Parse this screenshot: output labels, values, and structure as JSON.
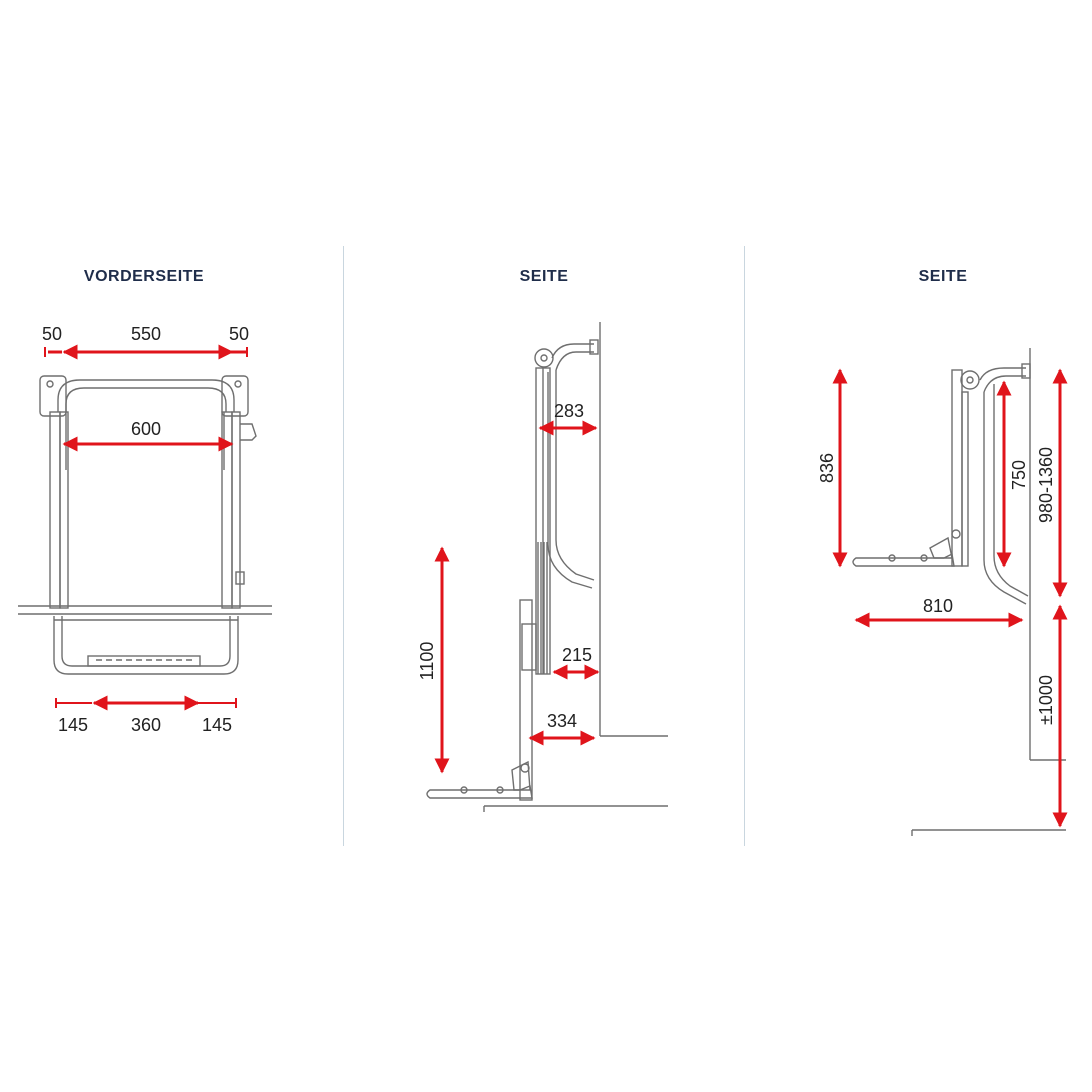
{
  "panels": {
    "front": {
      "title": "VORDERSEITE"
    },
    "side1": {
      "title": "SEITE"
    },
    "side2": {
      "title": "SEITE"
    }
  },
  "colors": {
    "dimension": "#e0141b",
    "drawing": "#6f6f6f",
    "title": "#1f2d4a",
    "divider": "#c9d6df"
  },
  "dimensions": {
    "front": {
      "left_margin": "50",
      "width_top": "550",
      "right_margin": "50",
      "inner_width": "600",
      "bottom_left": "145",
      "bottom_center": "360",
      "bottom_right": "145"
    },
    "side1": {
      "upper_depth": "283",
      "height": "1100",
      "lower_depth": "215",
      "base_depth": "334"
    },
    "side2": {
      "height_836": "836",
      "height_750": "750",
      "range": "980-1360",
      "depth": "810",
      "floor": "±1000"
    }
  }
}
